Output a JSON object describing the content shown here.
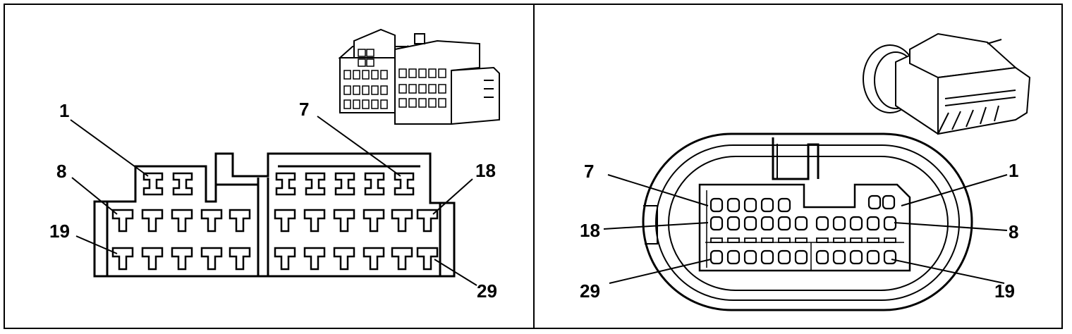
{
  "left_panel": {
    "labels": {
      "pin_1": "1",
      "pin_7": "7",
      "pin_8": "8",
      "pin_18": "18",
      "pin_19": "19",
      "pin_29": "29"
    }
  },
  "right_panel": {
    "labels": {
      "pin_1": "1",
      "pin_7": "7",
      "pin_8": "8",
      "pin_18": "18",
      "pin_19": "19",
      "pin_29": "29"
    }
  },
  "colors": {
    "line": "#000000",
    "background": "#ffffff"
  }
}
